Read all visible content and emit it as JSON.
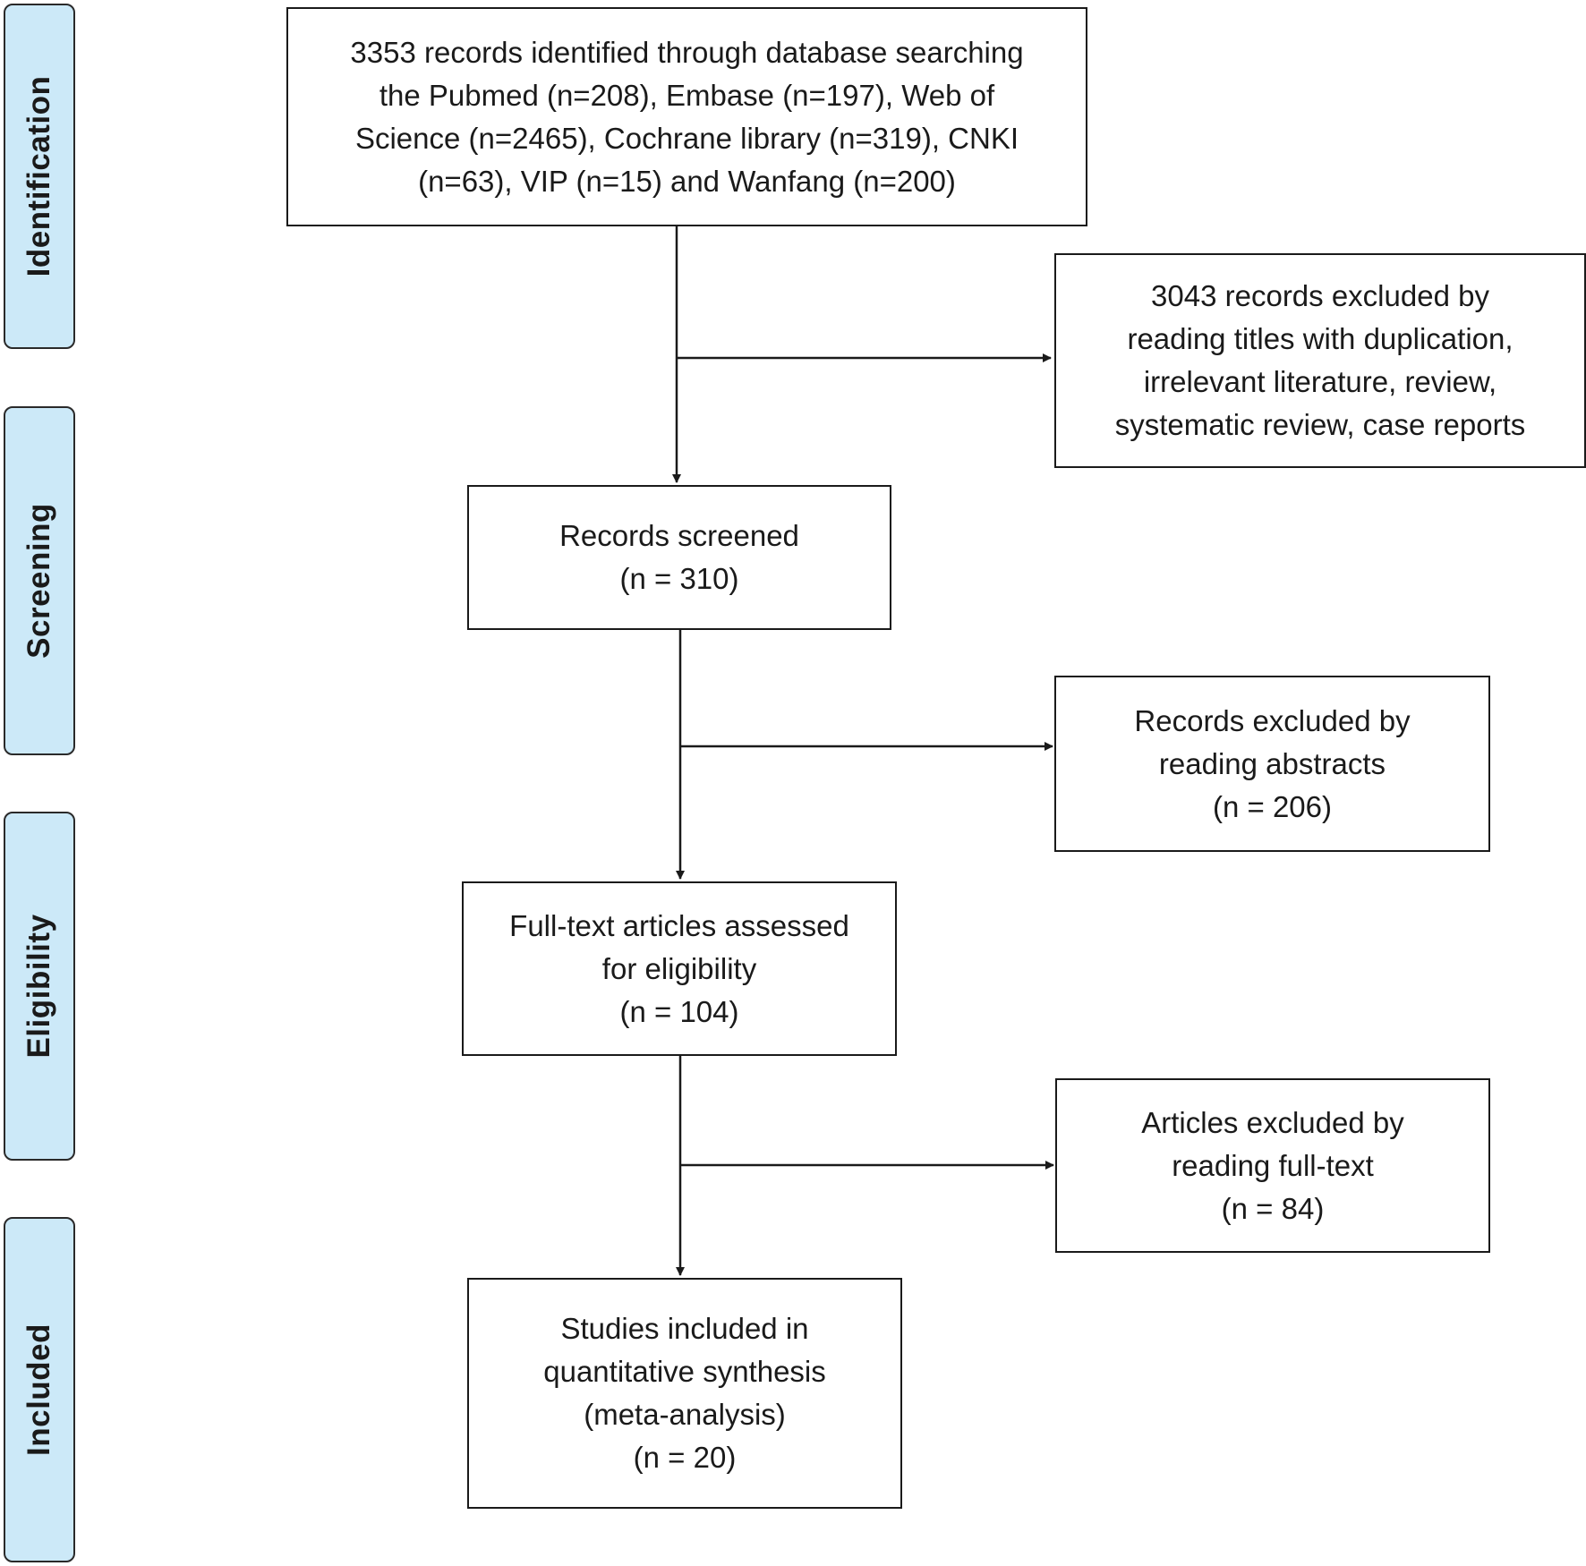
{
  "stages": {
    "identification": "Identification",
    "screening": "Screening",
    "eligibility": "Eligibility",
    "included": "Included"
  },
  "identified": {
    "lines": [
      "3353 records identified through database searching",
      "the Pubmed (n=208), Embase (n=197), Web of",
      "Science (n=2465), Cochrane library (n=319), CNKI",
      "(n=63), VIP (n=15) and Wanfang (n=200)"
    ]
  },
  "excluded_titles": {
    "lines": [
      "3043 records excluded by",
      "reading titles with duplication,",
      "irrelevant literature, review,",
      "systematic review, case reports"
    ]
  },
  "screened": {
    "lines": [
      "Records screened",
      "(n = 310)"
    ]
  },
  "excluded_abstracts": {
    "lines": [
      "Records excluded by",
      "reading abstracts",
      "(n = 206)"
    ]
  },
  "eligibility": {
    "lines": [
      "Full-text articles assessed",
      "for eligibility",
      "(n = 104)"
    ]
  },
  "excluded_fulltext": {
    "lines": [
      "Articles excluded by",
      "reading full-text",
      "(n = 84)"
    ]
  },
  "included": {
    "lines": [
      "Studies included in",
      "quantitative synthesis",
      "(meta-analysis)",
      "(n = 20)"
    ]
  },
  "colors": {
    "stage_fill": "#cce9f8",
    "border": "#1a1a1a"
  }
}
